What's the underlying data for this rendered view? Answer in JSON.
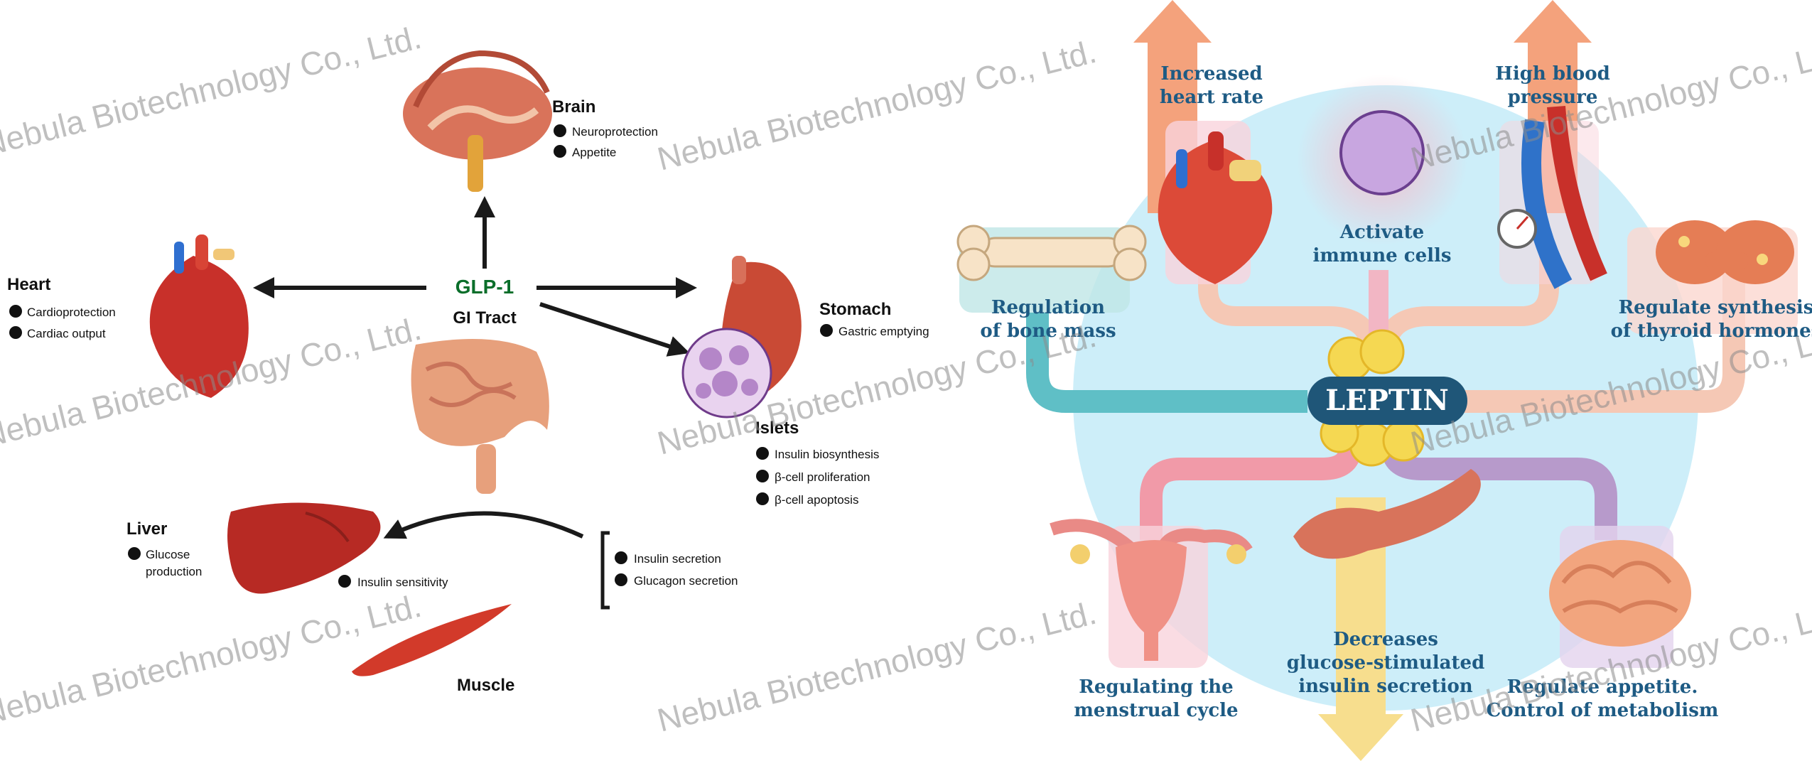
{
  "watermark": "Nebula Biotechnology Co., Ltd.",
  "glp1": {
    "center_title": "GLP-1",
    "center_subtitle": "GI Tract",
    "brain": {
      "title": "Brain",
      "items": [
        "Neuroprotection",
        "Appetite"
      ]
    },
    "heart": {
      "title": "Heart",
      "items": [
        "Cardioprotection",
        "Cardiac output"
      ]
    },
    "stomach": {
      "title": "Stomach",
      "items": [
        "Gastric emptying"
      ]
    },
    "islets": {
      "title": "Islets",
      "items": [
        "Insulin biosynthesis",
        "β-cell proliferation",
        "β-cell apoptosis"
      ]
    },
    "liver": {
      "title": "Liver",
      "items": [
        "Glucose",
        "production"
      ]
    },
    "insulin_sensitivity": "Insulin sensitivity",
    "secretion": [
      "Insulin secretion",
      "Glucagon secretion"
    ],
    "muscle": {
      "title": "Muscle"
    }
  },
  "leptin": {
    "center": "LEPTIN",
    "labels": {
      "heart_rate": [
        "Increased",
        "heart rate"
      ],
      "immune": [
        "Activate",
        "immune cells"
      ],
      "blood_pressure": [
        "High blood",
        "pressure"
      ],
      "bone": [
        "Regulation",
        "of bone mass"
      ],
      "thyroid": [
        "Regulate synthesis",
        "of thyroid hormones"
      ],
      "menstrual": [
        "Regulating the",
        "menstrual cycle"
      ],
      "insulin": [
        "Decreases",
        "glucose-stimulated",
        "insulin secretion"
      ],
      "appetite": [
        "Regulate appetite.",
        "Control of metabolism"
      ]
    }
  },
  "colors": {
    "arrow": "#1a1a1a",
    "glp1_green": "#0a6e2a",
    "leptin_text": "#1e5b84",
    "leptin_badge": "#1f5678",
    "bg_circle": "#cdeef9",
    "up_arrow": "#f4a27c",
    "down_arrow": "#f7de8e",
    "branch_teal": "#5fbfc6",
    "branch_pink": "#f19aa8",
    "branch_purple": "#b79acb",
    "branch_peach": "#f5c8b5"
  }
}
